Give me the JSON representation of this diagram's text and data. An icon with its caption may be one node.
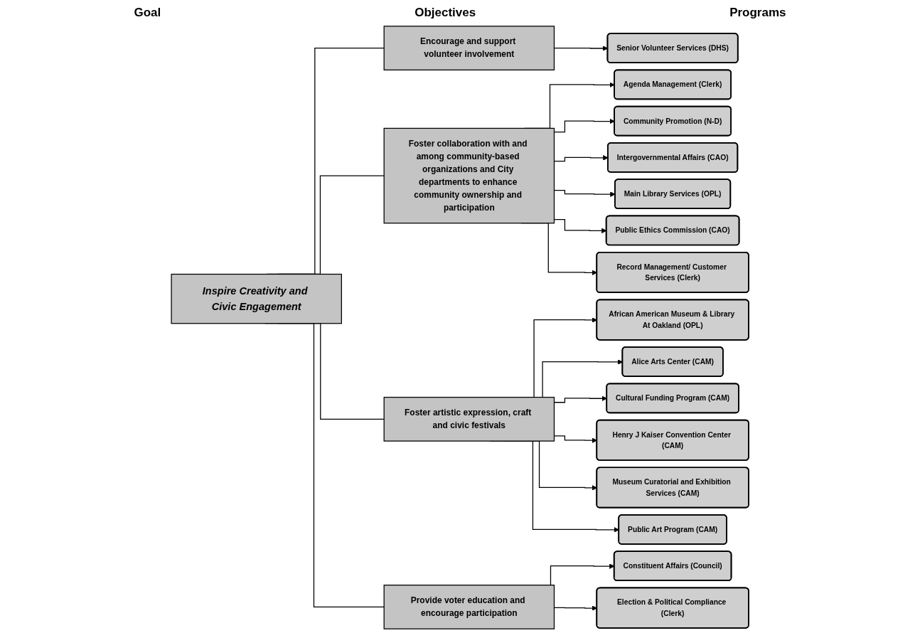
{
  "diagram": {
    "nodes": [
      {
        "text": [
          "Inspire Creativity and Civic Engagement"
        ]
      },
      {
        "text": [
          "Encourage and support volunteer involvement"
        ]
      },
      {
        "text": [
          "Foster collaboration with and among community-based organizations and City departments to enhance community ownership and participation"
        ]
      },
      {
        "text": [
          "Foster artistic expression, craft and civic festivals"
        ]
      },
      {
        "text": [
          "Provide voter education and encourage participation"
        ]
      },
      {
        "text": [
          "Senior Volunteer Services (DHS)"
        ]
      },
      {
        "text": [
          "Agenda Management (Clerk)"
        ]
      },
      {
        "text": [
          "Community Promotion (N-D)"
        ]
      },
      {
        "text": [
          "Intergovernmental Affairs (CAO)"
        ]
      },
      {
        "text": [
          "Main Library Services (OPL)"
        ]
      },
      {
        "text": [
          "Public Ethics Commission (CAO)"
        ]
      },
      {
        "text": [
          "Record Management/ Customer Services (Clerk)"
        ]
      },
      {
        "text": [
          "African American Museum & Library At Oakland (OPL)"
        ]
      },
      {
        "text": [
          "Alice Arts Center (CAM)"
        ]
      },
      {
        "text": [
          "Cultural Funding Program (CAM)"
        ]
      },
      {
        "text": [
          "Henry J Kaiser Convention Center (CAM)"
        ]
      },
      {
        "text": [
          "Museum Curatorial and Exhibition Services (CAM)"
        ]
      },
      {
        "text": [
          "Public Art Program (CAM)"
        ]
      },
      {
        "text": [
          "Constituent Affairs (Council)"
        ]
      },
      {
        "text": [
          "Election & Political Compliance (Clerk)"
        ]
      }
    ],
    "edges": [
      {
        "from": 0,
        "to": 1,
        "arrow": "none"
      },
      {
        "from": 0,
        "to": 2,
        "arrow": "none"
      },
      {
        "from": 0,
        "to": 3,
        "arrow": "none"
      },
      {
        "from": 0,
        "to": 4,
        "arrow": "none"
      },
      {
        "from": 1,
        "to": 5,
        "arrow": "to"
      },
      {
        "from": 2,
        "to": 6,
        "arrow": "to"
      },
      {
        "from": 2,
        "to": 7,
        "arrow": "to"
      },
      {
        "from": 2,
        "to": 8,
        "arrow": "to"
      },
      {
        "from": 2,
        "to": 9,
        "arrow": "to"
      },
      {
        "from": 2,
        "to": 10,
        "arrow": "to"
      },
      {
        "from": 2,
        "to": 11,
        "arrow": "to"
      },
      {
        "from": 3,
        "to": 12,
        "arrow": "to"
      },
      {
        "from": 3,
        "to": 13,
        "arrow": "to"
      },
      {
        "from": 3,
        "to": 14,
        "arrow": "to"
      },
      {
        "from": 3,
        "to": 15,
        "arrow": "to"
      },
      {
        "from": 3,
        "to": 16,
        "arrow": "to"
      },
      {
        "from": 3,
        "to": 17,
        "arrow": "to"
      },
      {
        "from": 4,
        "to": 18,
        "arrow": "to"
      },
      {
        "from": 4,
        "to": 19,
        "arrow": "to"
      }
    ],
    "labels": [
      "Goal",
      "Objectives",
      "Programs"
    ]
  }
}
